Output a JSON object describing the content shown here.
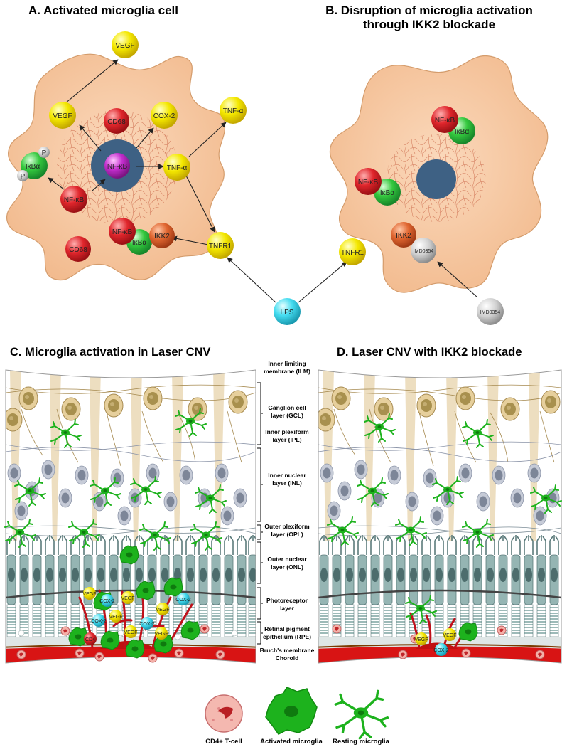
{
  "panels": {
    "a_title": "A. Activated microglia cell",
    "b_title_1": "B. Disruption of microglia activation",
    "b_title_2": "through IKK2 blockade",
    "c_title": "C. Microglia activation in Laser CNV",
    "d_title": "D. Laser CNV with IKK2 blockade"
  },
  "molecules": {
    "vegf": "VEGF",
    "cd68": "CD68",
    "cox2": "COX-2",
    "tnfa": "TNF-α",
    "nfkb": "NF-κB",
    "ikba": "IκBα",
    "ikk2": "IKK2",
    "tnfr1": "TNFR1",
    "lps": "LPS",
    "imd": "IMD0354",
    "p": "P",
    "cd4": "CD4"
  },
  "layers": {
    "ilm_1": "Inner limiting",
    "ilm_2": "membrane (ILM)",
    "gcl_1": "Ganglion cell",
    "gcl_2": "layer (GCL)",
    "ipl_1": "Inner plexiform",
    "ipl_2": "layer (IPL)",
    "inl_1": "Inner nuclear",
    "inl_2": "layer (INL)",
    "opl_1": "Outer plexiform",
    "opl_2": "layer (OPL)",
    "onl_1": "Outer nuclear",
    "onl_2": "layer (ONL)",
    "pr_1": "Photoreceptor",
    "pr_2": "layer",
    "rpe_1": "Retinal pigment",
    "rpe_2": "epithelium (RPE)",
    "bruch": "Bruch's membrane",
    "choroid": "Choroid"
  },
  "legend": {
    "tcell": "CD4+ T-cell",
    "activated": "Activated microglia",
    "resting": "Resting microglia"
  },
  "colors": {
    "yellow": "#f2e400",
    "red": "#d6222a",
    "green": "#2fbf3a",
    "orange": "#e0602a",
    "magenta": "#c02ac8",
    "cyan": "#3cd8ee",
    "grey": "#bdbdbd",
    "cell": "#f6c9a2",
    "nucleus": "#3e6184",
    "microglia": "#1db21d",
    "choroid": "#d81414"
  }
}
